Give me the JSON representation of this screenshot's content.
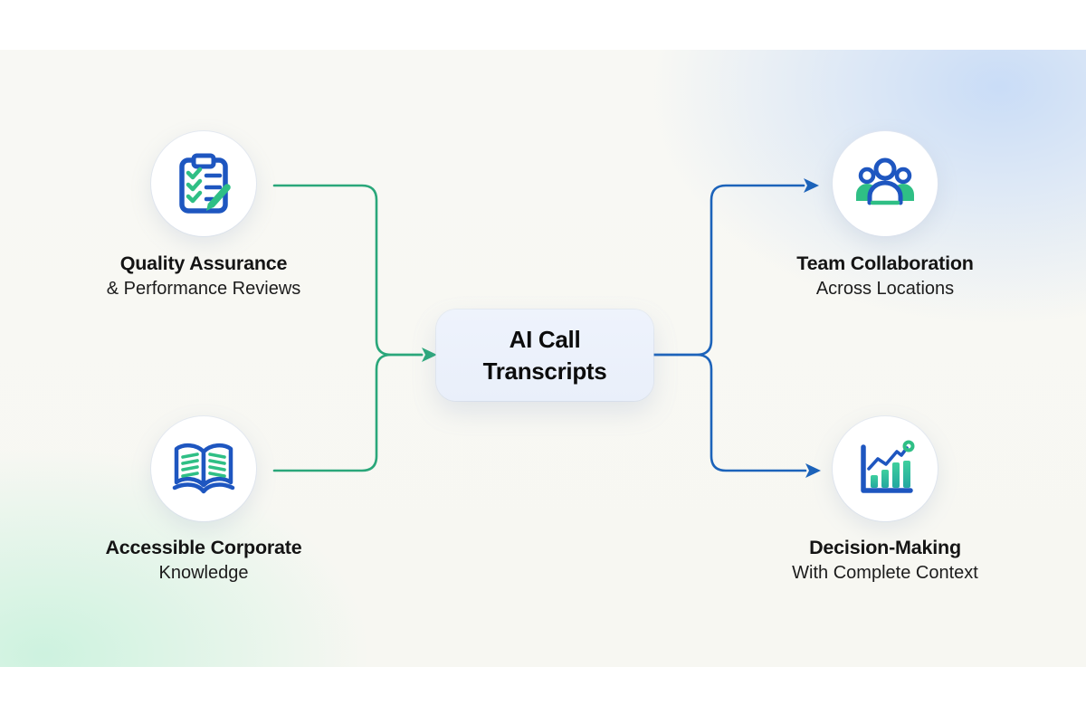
{
  "theme": {
    "green": "#2aa77a",
    "blue": "#1c63ba",
    "icon_blue": "#1e56c0",
    "icon_green": "#2fbf85",
    "center_box_bg": "#e9effa",
    "text_dark": "#141414"
  },
  "center": {
    "line1": "AI Call",
    "line2": "Transcripts"
  },
  "nodes": {
    "qa": {
      "line1": "Quality Assurance",
      "line2": "& Performance Reviews",
      "icon": "clipboard-checklist-icon"
    },
    "knowledge": {
      "line1": "Accessible Corporate",
      "line2": "Knowledge",
      "icon": "open-book-icon"
    },
    "collab": {
      "line1": "Team Collaboration",
      "line2": "Across Locations",
      "icon": "team-people-icon"
    },
    "decision": {
      "line1": "Decision-Making",
      "line2": "With Complete Context",
      "icon": "bar-chart-trend-icon"
    }
  }
}
